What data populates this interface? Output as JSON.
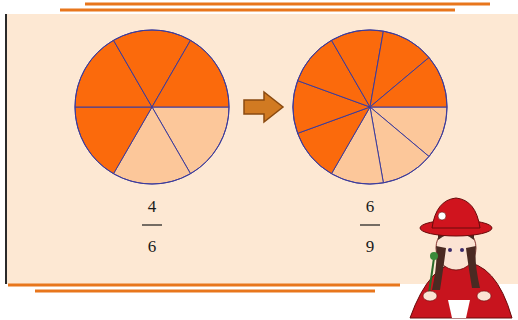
{
  "diagram": {
    "labels": [
      "4",
      "6",
      "6",
      "9"
    ]
  }
}
